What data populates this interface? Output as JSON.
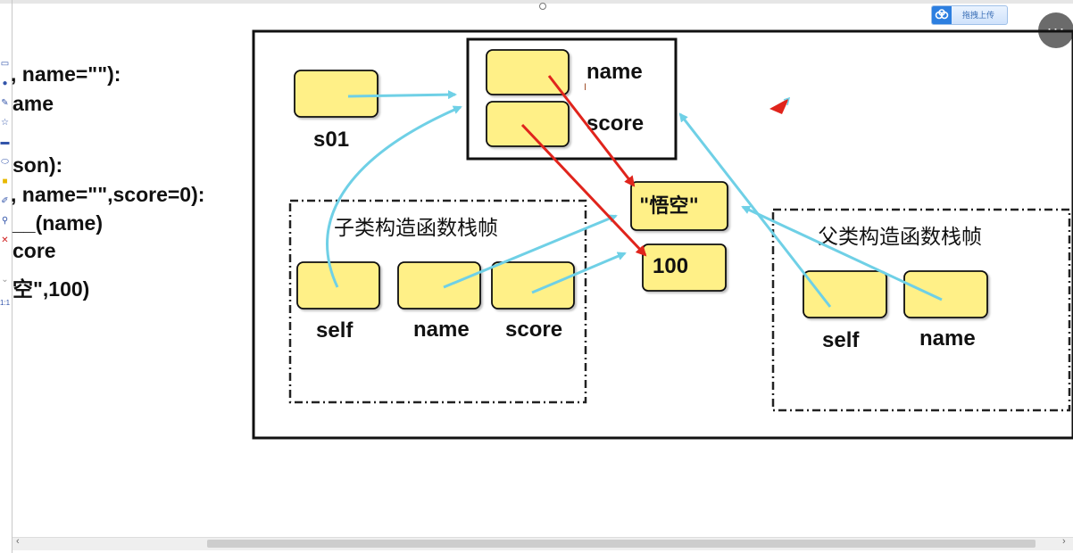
{
  "code_lines": [
    ", name=\"\"):",
    "ame",
    "",
    "son):",
    ", name=\"\",score=0):",
    "__(name)",
    "core",
    "空\",100)"
  ],
  "toolbar": {
    "upload_label": "拖拽上传",
    "more_label": "···"
  },
  "diagram": {
    "object_fields": [
      "name",
      "score"
    ],
    "s01_label": "s01",
    "child_frame_title": "子类构造函数栈帧",
    "child_vars": [
      "self",
      "name",
      "score"
    ],
    "parent_frame_title": "父类构造函数栈帧",
    "parent_vars": [
      "self",
      "name"
    ],
    "value_name": "\"悟空\"",
    "value_score": "100"
  },
  "colors": {
    "cell_fill": "#fff087",
    "arrow_cyan": "#6fd0e6",
    "arrow_red": "#e0241c"
  }
}
